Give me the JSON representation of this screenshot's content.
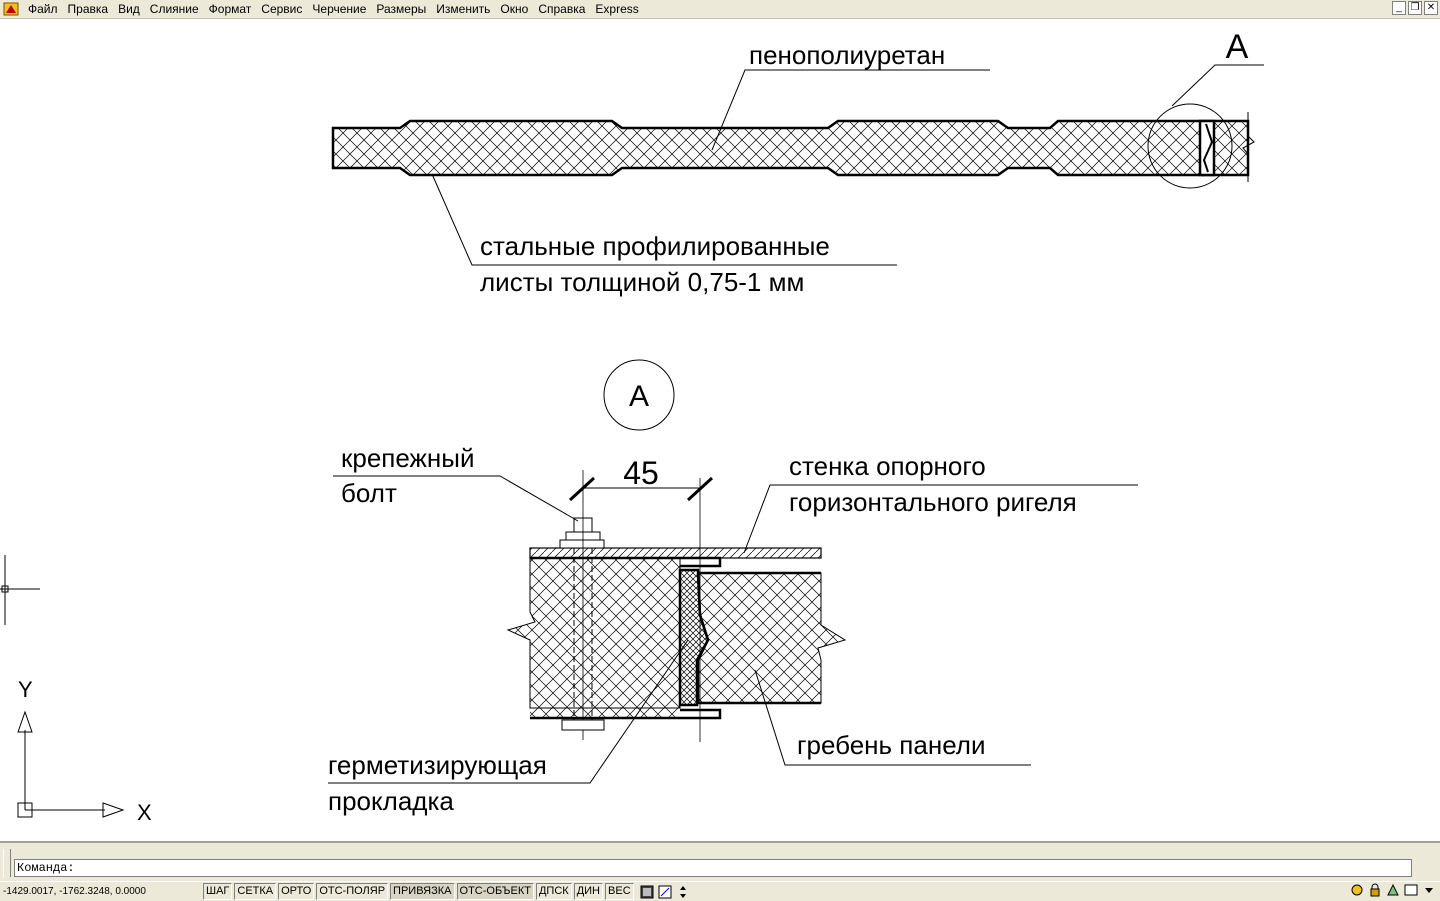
{
  "menubar": {
    "items": [
      "Файл",
      "Правка",
      "Вид",
      "Слияние",
      "Формат",
      "Сервис",
      "Черчение",
      "Размеры",
      "Изменить",
      "Окно",
      "Справка",
      "Express"
    ],
    "window_controls": [
      "_",
      "❐",
      "✕"
    ]
  },
  "drawing": {
    "top_section": {
      "label_foam": "пенополиуретан",
      "label_sheets_line1": "стальные профилированные",
      "label_sheets_line2": "листы толщиной 0,75-1 мм",
      "detail_callout": "А"
    },
    "detail": {
      "marker": "А",
      "dimension": "45",
      "label_bolt_line1": "крепежный",
      "label_bolt_line2": "болт",
      "label_wall_line1": "стенка опорного",
      "label_wall_line2": "горизонтального ригеля",
      "label_seal_line1": "герметизирующая",
      "label_seal_line2": "прокладка",
      "label_ridge": "гребень панели"
    },
    "ucs": {
      "x_label": "X",
      "y_label": "Y"
    }
  },
  "command": {
    "prompt": "Команда:"
  },
  "status": {
    "coords": "-1429.0017, -1762.3248, 0.0000",
    "toggles": [
      {
        "label": "ШАГ",
        "on": false
      },
      {
        "label": "СЕТКА",
        "on": false
      },
      {
        "label": "ОРТО",
        "on": false
      },
      {
        "label": "ОТС-ПОЛЯР",
        "on": false
      },
      {
        "label": "ПРИВЯЗКА",
        "on": true
      },
      {
        "label": "ОТС-ОБЪЕКТ",
        "on": true
      },
      {
        "label": "ДПСК",
        "on": false
      },
      {
        "label": "ДИН",
        "on": false
      },
      {
        "label": "ВЕС",
        "on": false
      }
    ]
  }
}
